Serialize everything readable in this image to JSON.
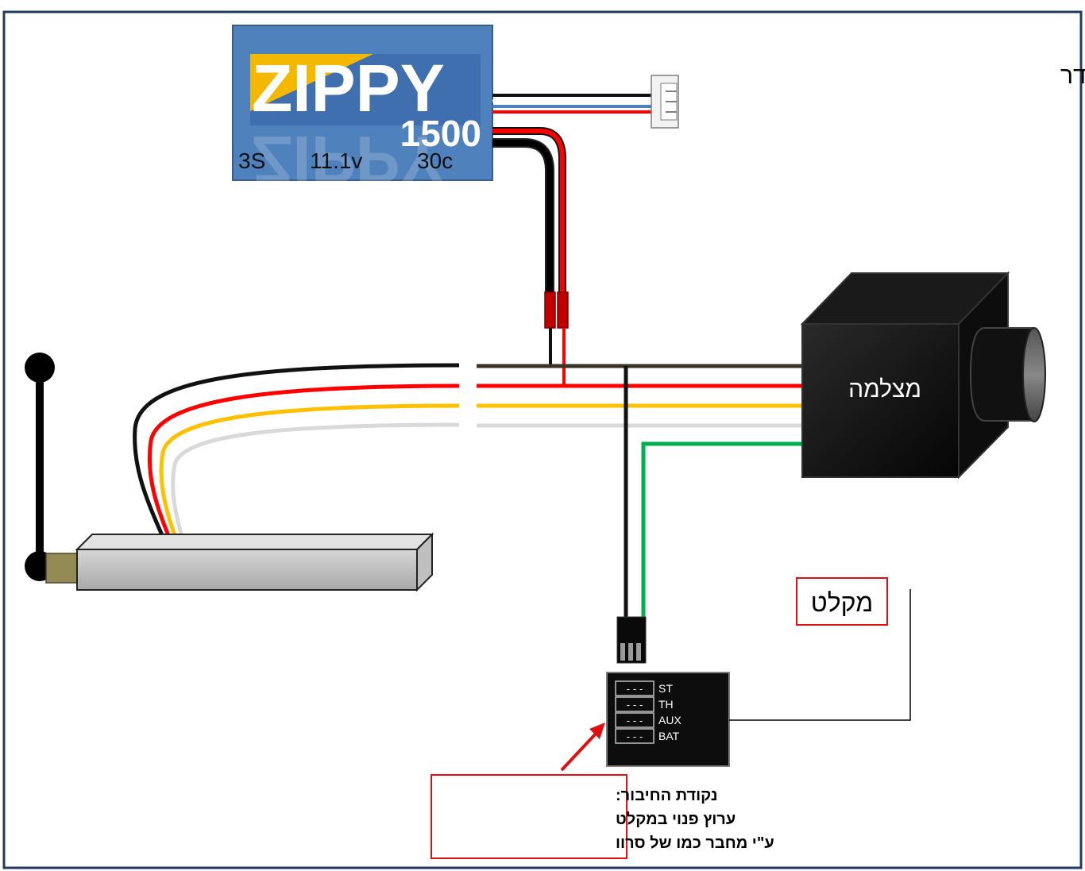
{
  "title": "תרשים חיבור מצלמה/משדר",
  "battery": {
    "brand": "ZIPPY",
    "capacity": "1500",
    "cells": "3S",
    "voltage": "11.1v",
    "c_rating": "30c"
  },
  "camera": {
    "label": "מצלמה"
  },
  "receiver": {
    "label": "מקלט",
    "channels": [
      "ST",
      "TH",
      "AUX",
      "BAT"
    ],
    "pin_glyph": "- - -"
  },
  "note": {
    "line1": "נקודת החיבור:",
    "line2": "ערוץ פנוי במקלט",
    "line3": "ע\"י מחבר כמו של סרוו"
  },
  "colors": {
    "frame": "#1f3a63",
    "battery_blue": "#4f81bd",
    "battery_yellow": "#f4b800",
    "wire_red": "#ff0000",
    "wire_black": "#111111",
    "wire_yellow": "#ffc000",
    "wire_white": "#d9d9d9",
    "wire_green": "#00b050",
    "wire_brown": "#3b3425",
    "callout_red": "#e01010"
  }
}
